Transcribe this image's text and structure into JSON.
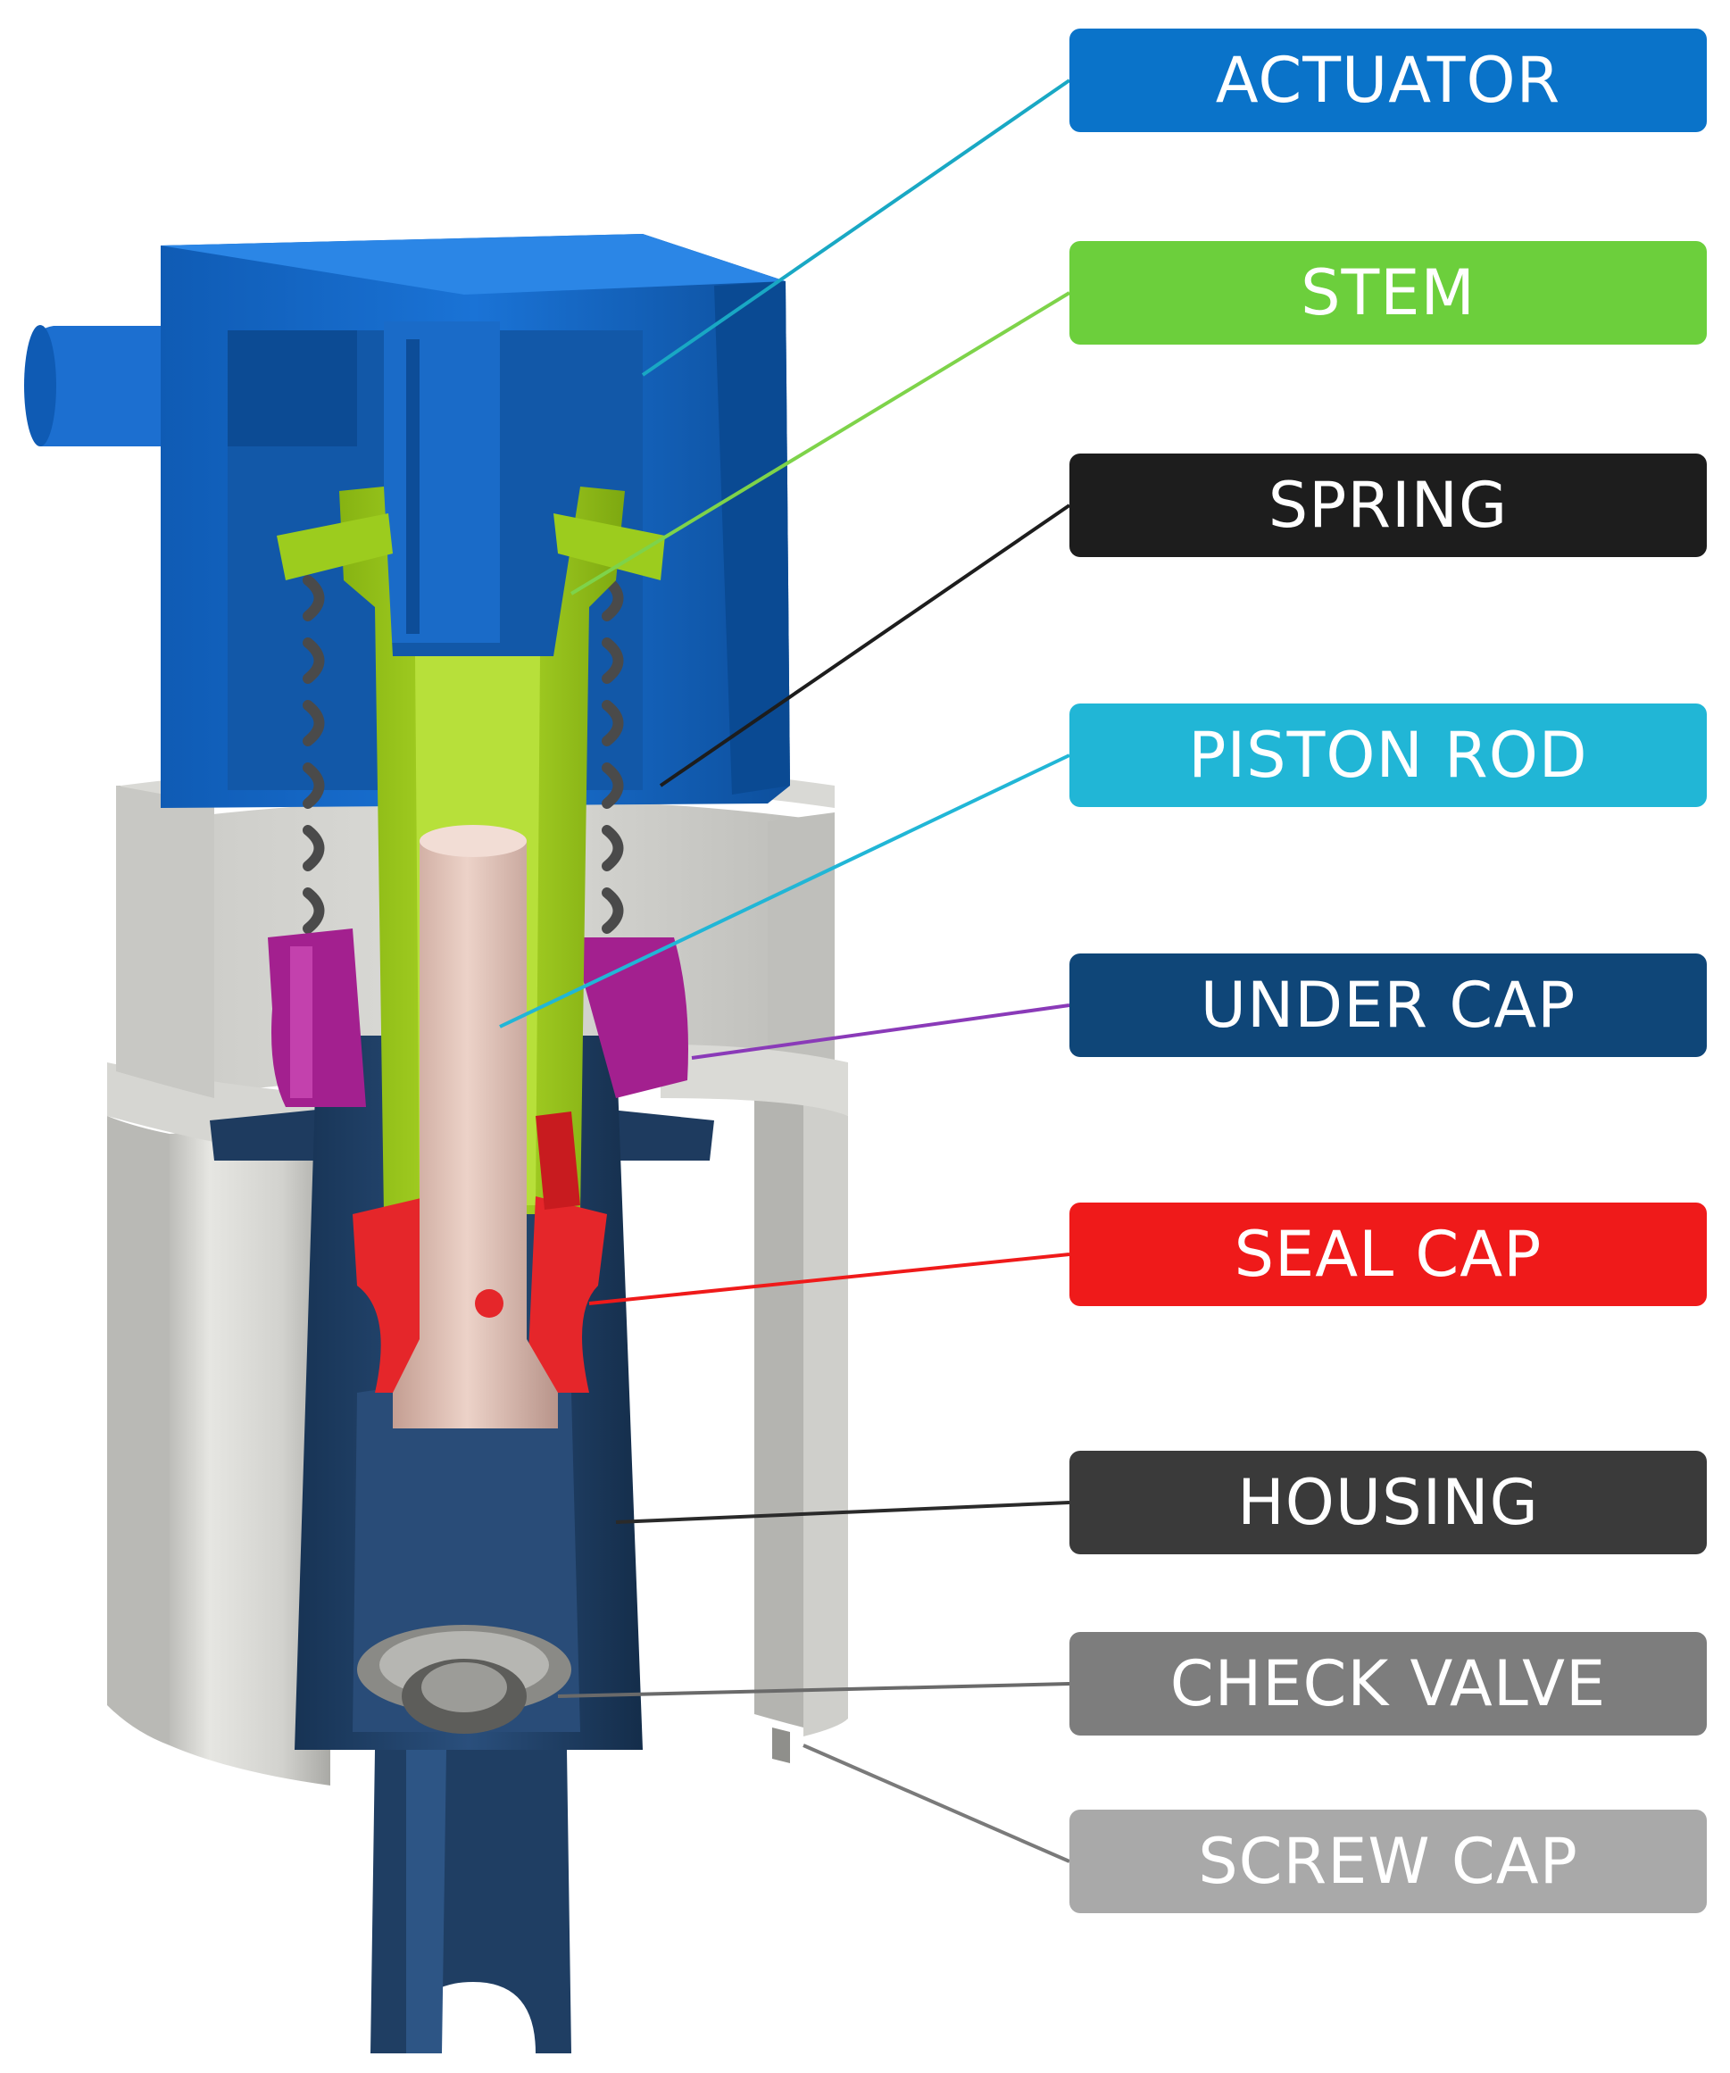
{
  "diagram": {
    "labels": [
      {
        "id": "actuator",
        "text": "ACTUATOR",
        "color": "#0a73c9",
        "line_color": "#19a8c4"
      },
      {
        "id": "stem",
        "text": "STEM",
        "color": "#6ccf3c",
        "line_color": "#7ed34a"
      },
      {
        "id": "spring",
        "text": "SPRING",
        "color": "#1d1d1d",
        "line_color": "#1d1d1d"
      },
      {
        "id": "piston-rod",
        "text": "PISTON ROD",
        "color": "#21b6d6",
        "line_color": "#21b6d6"
      },
      {
        "id": "under-cap",
        "text": "UNDER CAP",
        "color": "#0f4678",
        "line_color": "#8a3ab8"
      },
      {
        "id": "seal-cap",
        "text": "SEAL CAP",
        "color": "#ef1a1a",
        "line_color": "#ef1a1a"
      },
      {
        "id": "housing",
        "text": "HOUSING",
        "color": "#3a3a3a",
        "line_color": "#2a2a2a"
      },
      {
        "id": "check-valve",
        "text": "CHECK VALVE",
        "color": "#7d7d7d",
        "line_color": "#6a6a6a"
      },
      {
        "id": "screw-cap",
        "text": "SCREW CAP",
        "color": "#a9a9a9",
        "line_color": "#7a7a7a"
      }
    ],
    "part_colors": {
      "actuator": "#1565c0",
      "stem": "#9ccc1e",
      "spring": "#4a4a4a",
      "piston_rod": "#d9b8ad",
      "under_cap": "#a3208f",
      "seal_cap": "#e5262a",
      "housing": "#1f3e63",
      "check_valve": "#7a7a7a",
      "screw_cap": "#d8d8d4"
    }
  }
}
